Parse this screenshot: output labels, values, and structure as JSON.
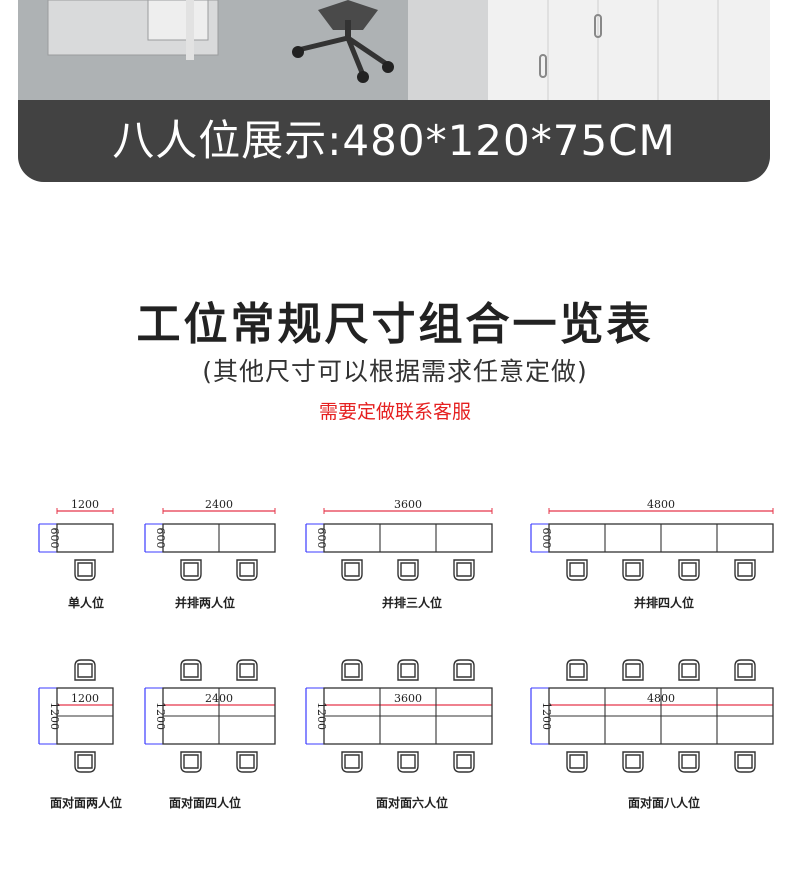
{
  "banner": {
    "text": "八人位展示:480*120*75CM"
  },
  "header": {
    "title": "工位常规尺寸组合一览表",
    "subtitle": "(其他尺寸可以根据需求任意定做)",
    "contact": "需要定做联系客服"
  },
  "colors": {
    "banner_bg": "#424242",
    "contact_red": "#e52020",
    "dim_red": "#e5364a",
    "dim_blue": "#3b3bff"
  },
  "diagrams": [
    {
      "label": "单人位",
      "width": "1200",
      "depth": "600",
      "seats": 1,
      "facing": false
    },
    {
      "label": "并排两人位",
      "width": "2400",
      "depth": "600",
      "seats": 2,
      "facing": false
    },
    {
      "label": "并排三人位",
      "width": "3600",
      "depth": "600",
      "seats": 3,
      "facing": false
    },
    {
      "label": "并排四人位",
      "width": "4800",
      "depth": "600",
      "seats": 4,
      "facing": false
    },
    {
      "label": "面对面两人位",
      "width": "1200",
      "depth": "1200",
      "seats": 1,
      "facing": true
    },
    {
      "label": "面对面四人位",
      "width": "2400",
      "depth": "1200",
      "seats": 2,
      "facing": true
    },
    {
      "label": "面对面六人位",
      "width": "3600",
      "depth": "1200",
      "seats": 3,
      "facing": true
    },
    {
      "label": "面对面八人位",
      "width": "4800",
      "depth": "1200",
      "seats": 4,
      "facing": true
    }
  ]
}
